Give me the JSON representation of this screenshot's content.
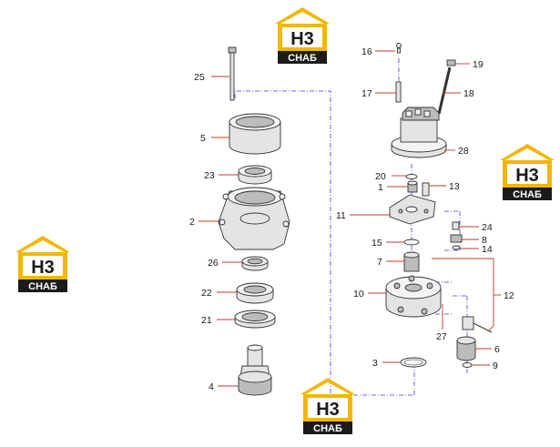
{
  "logo": {
    "letters": "H3",
    "subtitle": "СНАБ",
    "accent_color": "#f2b705",
    "dark_color": "#1b1b1b"
  },
  "callouts": {
    "p25": "25",
    "p5": "5",
    "p23": "23",
    "p2": "2",
    "p26": "26",
    "p22": "22",
    "p21": "21",
    "p4": "4",
    "p16": "16",
    "p19": "19",
    "p17": "17",
    "p18": "18",
    "p28": "28",
    "p20": "20",
    "p1": "1",
    "p13": "13",
    "p11": "11",
    "p24": "24",
    "p8": "8",
    "p15": "15",
    "p14": "14",
    "p7": "7",
    "p10": "10",
    "p12": "12",
    "p27": "27",
    "p6": "6",
    "p3": "3",
    "p9": "9"
  },
  "colors": {
    "leader": "#c0392b",
    "axis": "#3c3cc8",
    "part_fill": "#e4e4e4",
    "outline": "#333333"
  }
}
